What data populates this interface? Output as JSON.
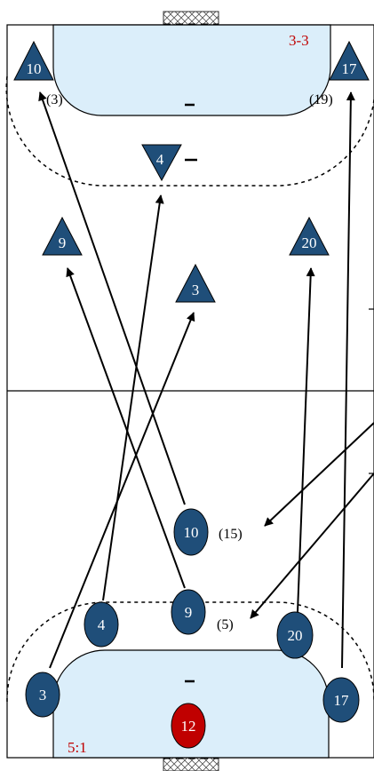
{
  "formations": {
    "top": "3-3",
    "bottom": "5:1"
  },
  "defenders": [
    {
      "num": "10"
    },
    {
      "num": "17"
    },
    {
      "num": "4"
    },
    {
      "num": "9"
    },
    {
      "num": "20"
    },
    {
      "num": "3"
    }
  ],
  "attackers": [
    {
      "num": "10"
    },
    {
      "num": "4"
    },
    {
      "num": "9"
    },
    {
      "num": "20"
    },
    {
      "num": "3"
    },
    {
      "num": "17"
    }
  ],
  "goalkeeper": {
    "num": "12"
  },
  "annotations": {
    "a": "(3)",
    "b": "(19)",
    "c": "(15)",
    "d": "(5)"
  },
  "colors": {
    "player": "#1f4e79",
    "goalkeeper": "#c00000",
    "area": "#dbeefa",
    "formation": "#c00000"
  }
}
